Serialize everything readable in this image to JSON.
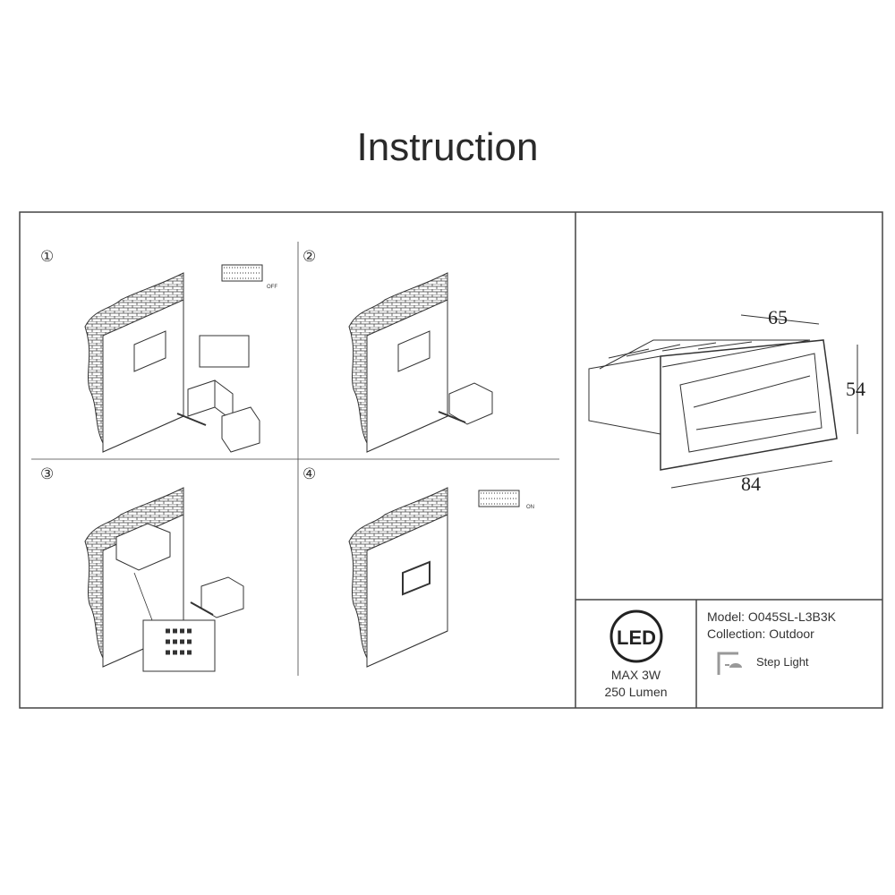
{
  "title": "Instruction",
  "steps": [
    "①",
    "②",
    "③",
    "④"
  ],
  "switch_labels": {
    "off": "OFF",
    "on": "ON"
  },
  "dimensions": {
    "width": "65",
    "height": "54",
    "length": "84"
  },
  "specs": {
    "led_logo": "LED",
    "power": "MAX 3W",
    "lumen": "250 Lumen"
  },
  "product": {
    "model": "Model: O045SL-L3B3K",
    "collection": "Collection: Outdoor",
    "type": "Step Light"
  },
  "colors": {
    "line": "#333333",
    "text": "#333333"
  }
}
